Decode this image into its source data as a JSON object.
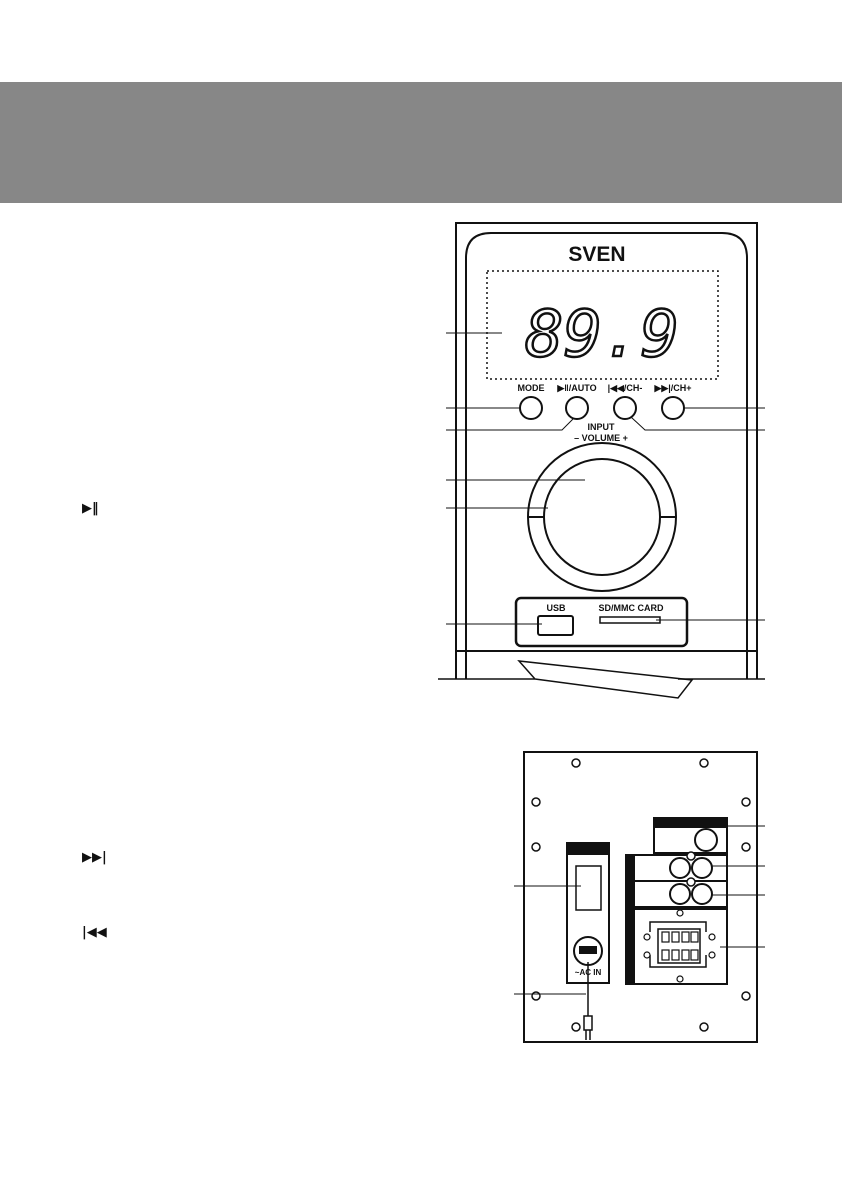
{
  "header": {
    "color": "#878787"
  },
  "side_glyphs": {
    "play_pause": "▶‖",
    "next": "▶▶|",
    "prev": "|◀◀"
  },
  "front_panel": {
    "brand": "SVEN",
    "display_value": "89.9",
    "buttons": {
      "mode": "MODE",
      "play_auto": "▶‖/AUTO",
      "prev_ch": "|◀◀/CH-",
      "next_ch": "▶▶|/CH+"
    },
    "input_label": "INPUT",
    "volume_label": "–  VOLUME  +",
    "usb_label": "USB",
    "card_label": "SD/MMC CARD"
  },
  "rear_panel": {
    "ac_in_label": "~AC IN"
  }
}
